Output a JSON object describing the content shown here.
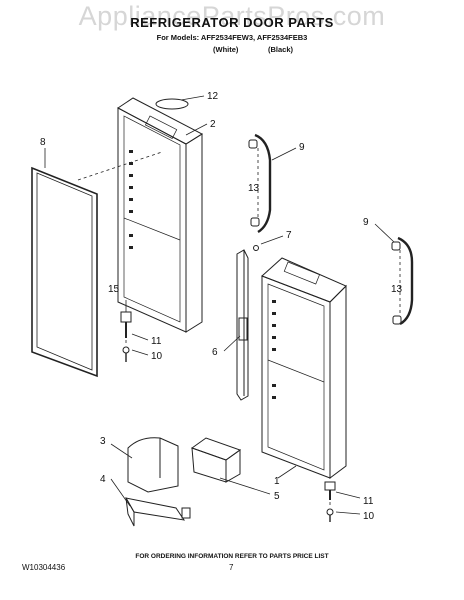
{
  "watermark": "AppliancePartsPros.com",
  "header": {
    "title": "REFRIGERATOR DOOR PARTS",
    "models": "For Models: AFF2534FEW3, AFF2534FEB3",
    "color_white": "(White)",
    "color_black": "(Black)"
  },
  "callouts": {
    "c12": "12",
    "c2": "2",
    "c8": "8",
    "c9a": "9",
    "c13a": "13",
    "c7": "7",
    "c9b": "9",
    "c13b": "13",
    "c15": "15",
    "c11a": "11",
    "c10a": "10",
    "c6": "6",
    "c3": "3",
    "c4": "4",
    "c1": "1",
    "c5": "5",
    "c11b": "11",
    "c10b": "10"
  },
  "footer": {
    "ordering": "FOR ORDERING INFORMATION REFER TO PARTS PRICE LIST",
    "doc_number": "W10304436",
    "page": "7"
  }
}
